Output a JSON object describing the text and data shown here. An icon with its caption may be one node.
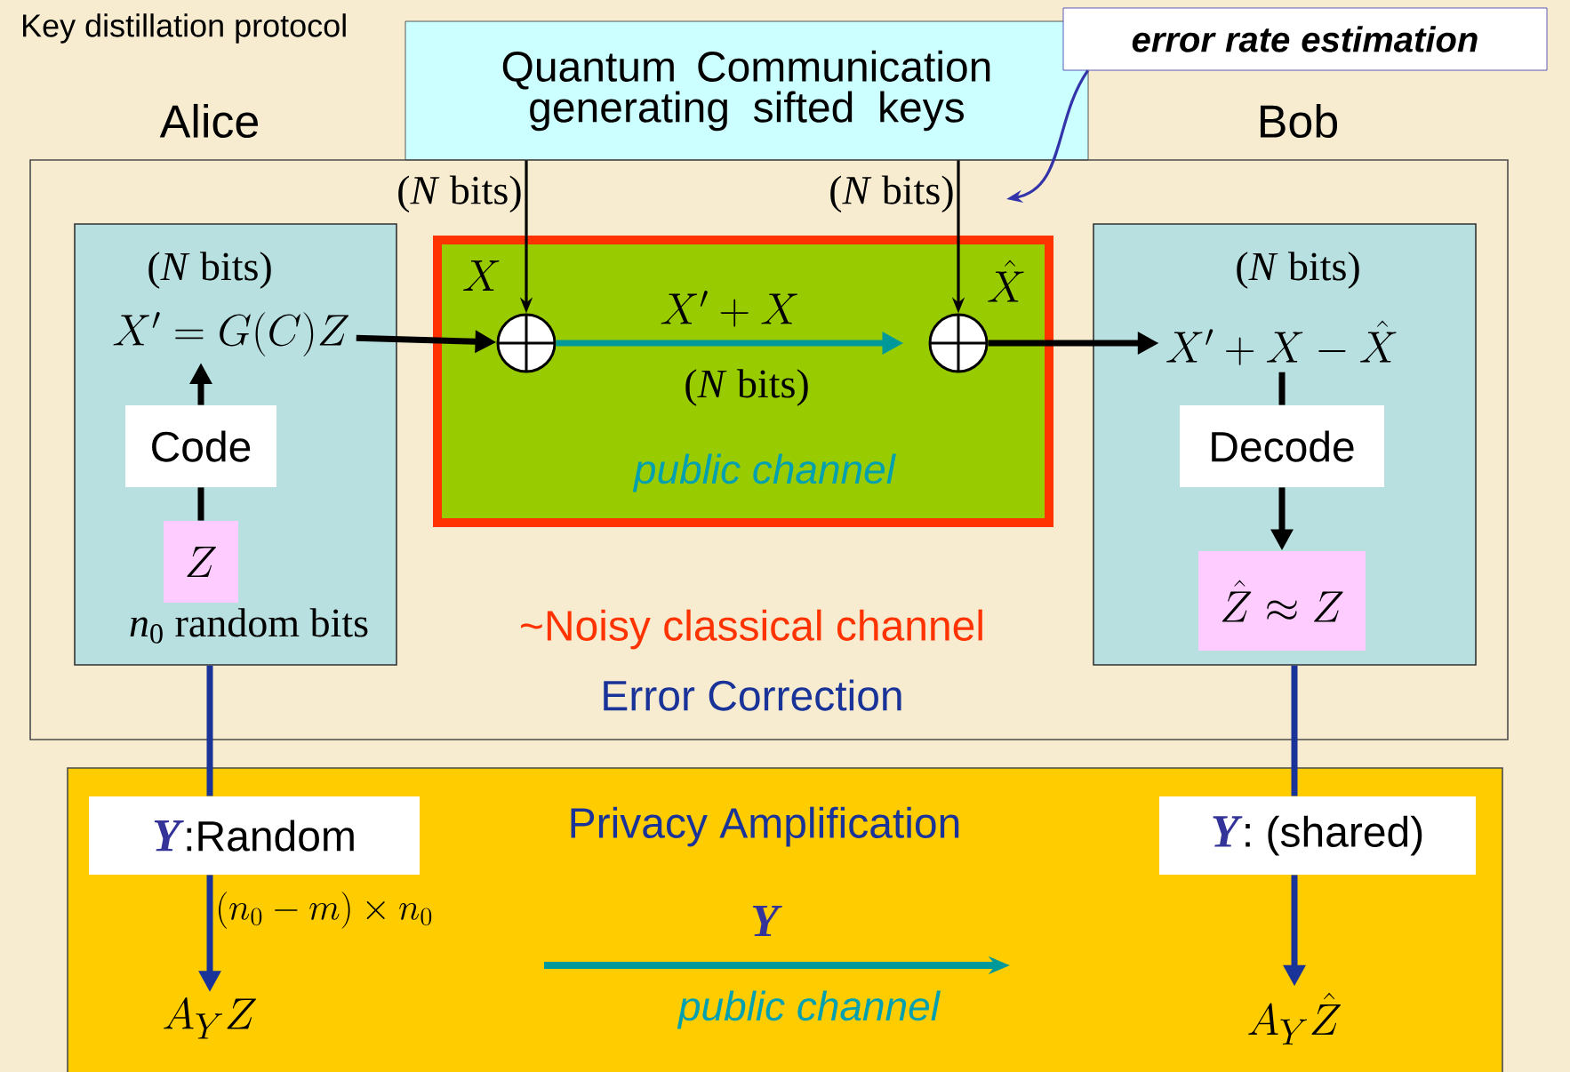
{
  "diagram": {
    "title": "Key distillation protocol",
    "nodes": [
      {
        "text": [
          "Quantum Communication generating sifted keys"
        ]
      },
      {
        "text": [
          "error rate estimation"
        ]
      },
      {
        "text": [
          "~Noisy classical channel",
          "Error Correction"
        ]
      },
      {
        "text": [
          "(*N* bits)",
          "*n*$_{0}$ random bits"
        ],
        "in": 2
      },
      {
        "text": [
          "X'=G(C)Z"
        ],
        "in": 3
      },
      {
        "text": [
          "Code"
        ],
        "in": 3
      },
      {
        "text": [
          "Z"
        ],
        "in": 3
      },
      {
        "text": [
          "X",
          "\\hat{X}",
          "(*N* bits)",
          "public channel"
        ],
        "in": 2
      },
      {
        "text": [],
        "shape": "circle",
        "in": 7
      },
      {
        "text": [],
        "shape": "circle",
        "in": 7
      },
      {
        "text": [
          "(*N* bits)"
        ],
        "in": 2
      },
      {
        "text": [
          "X'+X-\\hat{X}"
        ],
        "in": 10
      },
      {
        "text": [
          "Decode"
        ],
        "in": 10
      },
      {
        "text": [
          "\\hat{Z}\\approx Z"
        ],
        "in": 10
      },
      {
        "text": [
          "Privacy Amplification",
          "Y",
          "public channel"
        ]
      },
      {
        "text": [
          "Y",
          ":Random"
        ],
        "in": 14
      },
      {
        "text": [
          "Y",
          ": (shared)"
        ],
        "in": 14
      },
      {
        "text": [
          "A_{Y}Z"
        ],
        "in": 14
      },
      {
        "text": [
          "A_{Y}\\hat{Z}"
        ],
        "in": 14
      }
    ],
    "edges": [
      {
        "from": 5,
        "to": 4,
        "arrow": "to"
      },
      {
        "from": 6,
        "to": 5,
        "arrow": "none"
      },
      {
        "from": 4,
        "to": 8,
        "arrow": "to"
      },
      {
        "from": 8,
        "to": 9,
        "arrow": "to",
        "label": "X'+X",
        "color": "#009999"
      },
      {
        "from": 0,
        "to": 8,
        "arrow": "to",
        "label": "(*N* bits)"
      },
      {
        "from": 0,
        "to": 9,
        "arrow": "to",
        "label": "(*N* bits)"
      },
      {
        "from": 1,
        "to": null,
        "arrow": "to",
        "color": "#3333aa"
      },
      {
        "from": 9,
        "to": 11,
        "arrow": "to"
      },
      {
        "from": 11,
        "to": 12,
        "arrow": "none"
      },
      {
        "from": 12,
        "to": 13,
        "arrow": "to"
      },
      {
        "from": 3,
        "to": 15,
        "arrow": "none",
        "color": "#1a3399"
      },
      {
        "from": 15,
        "to": 17,
        "arrow": "to",
        "label": "(n_{0}-m)\\times n_{0}",
        "color": "#1a3399"
      },
      {
        "from": 10,
        "to": 16,
        "arrow": "none",
        "color": "#1a3399"
      },
      {
        "from": 16,
        "to": 18,
        "arrow": "to",
        "color": "#1a3399"
      }
    ],
    "labels": [
      "Alice",
      "Bob"
    ]
  }
}
